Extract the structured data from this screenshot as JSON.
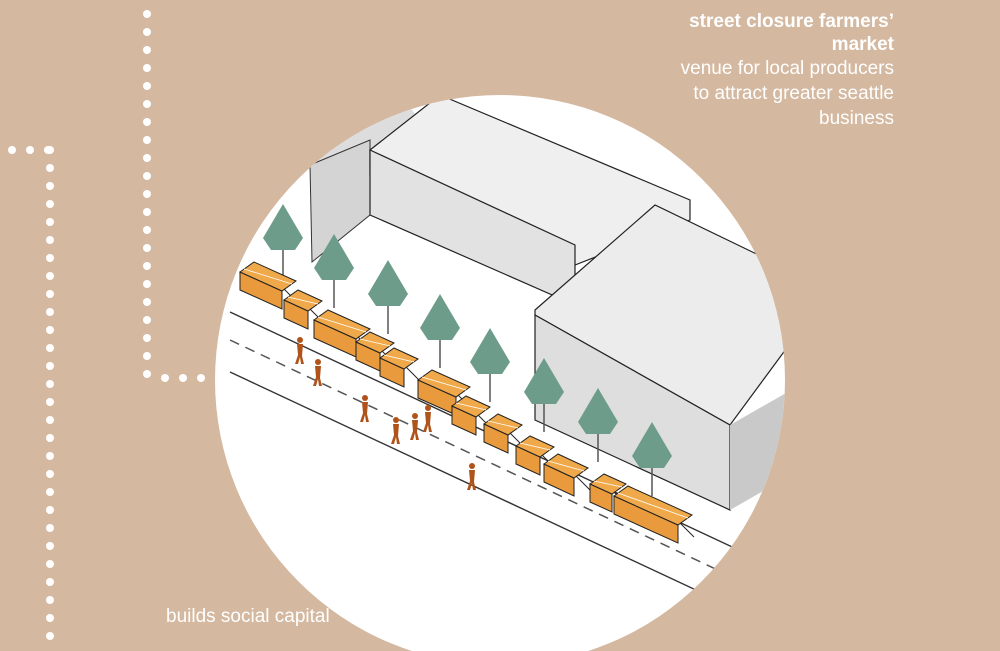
{
  "caption": {
    "title_line1": "street closure farmers’",
    "title_line2": "market",
    "subtitle_line1": "venue for local producers",
    "subtitle_line2": "to attract greater seattle",
    "subtitle_line3": "business"
  },
  "bottom_label": "builds social capital",
  "colors": {
    "background": "#d4b8a0",
    "circle": "#ffffff",
    "building_top": "#e8e8e8",
    "building_side": "#d0d0d0",
    "tree": "#6e9c8a",
    "stall": "#f0a94a",
    "person": "#b0531a",
    "dots": "#ffffff"
  },
  "icons": [
    "tree-icon",
    "market-stall-icon",
    "pedestrian-icon",
    "building-icon"
  ]
}
